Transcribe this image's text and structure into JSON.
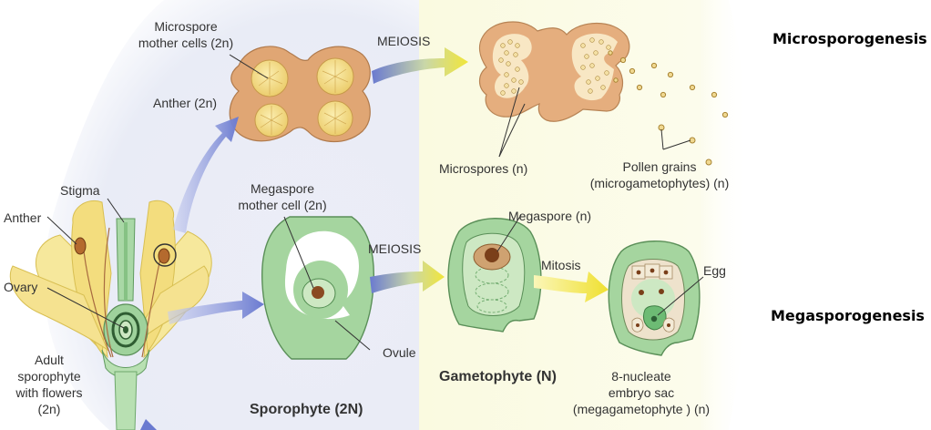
{
  "titles": {
    "microsporogenesis": "Microsporogenesis",
    "megasporogenesis": "Megasporogenesis"
  },
  "labels": {
    "microspore_mother_cells": "Microspore\nmother cells (2n)",
    "anther_2n": "Anther (2n)",
    "meiosis_top": "MEIOSIS",
    "microspores": "Microspores (n)",
    "pollen_grains": "Pollen grains\n(microgametophytes) (n)",
    "stigma": "Stigma",
    "anther": "Anther",
    "ovary": "Ovary",
    "adult_sporophyte": "Adult\nsporophyte\nwith flowers\n(2n)",
    "megaspore_mother_cell": "Megaspore\nmother cell (2n)",
    "meiosis_bottom": "MEIOSIS",
    "megaspore": "Megaspore (n)",
    "mitosis": "Mitosis",
    "egg": "Egg",
    "ovule": "Ovule",
    "sporophyte": "Sporophyte (2N)",
    "gametophyte": "Gametophyte (N)",
    "embryo_sac": "8-nucleate\nembryo sac\n(megagametophyte ) (n)"
  },
  "colors": {
    "anther_tissue": "#e0a674",
    "pollen_sac": "#f2d98a",
    "ovule_green": "#9dcf9c",
    "ovule_light": "#cde8c3",
    "nucleus_brown": "#8a4a22",
    "arrow_blue": "#6f7fd0",
    "arrow_yellow": "#f0e640",
    "petal_yellow": "#f3e08a",
    "sporophyte_bg": "#e7ebf6",
    "gametophyte_bg": "#fbfbe4"
  }
}
